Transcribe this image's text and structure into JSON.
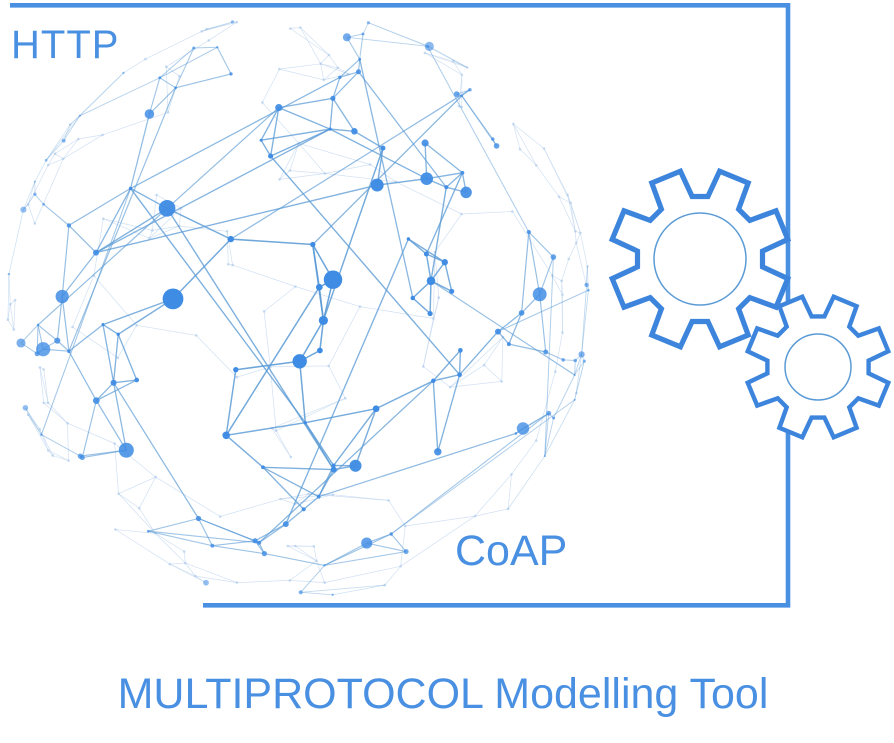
{
  "labels": {
    "protocol_top_left": "HTTP",
    "protocol_bottom": "CoAP",
    "title": "MULTIPROTOCOL Modelling Tool"
  },
  "colors": {
    "accent": "#4a90e2",
    "text": "#4a90e2",
    "node": "#3f8ce4",
    "edge": "#5b9bd5",
    "back_edge": "#c3d7ef",
    "back_node": "#a8c6ea",
    "gear_stroke": "#3d85dc",
    "gear_fill": "#ffffff",
    "background": "#ffffff"
  },
  "icons": [
    {
      "name": "network-globe-icon"
    },
    {
      "name": "gear-icon-large"
    },
    {
      "name": "gear-icon-small"
    }
  ]
}
